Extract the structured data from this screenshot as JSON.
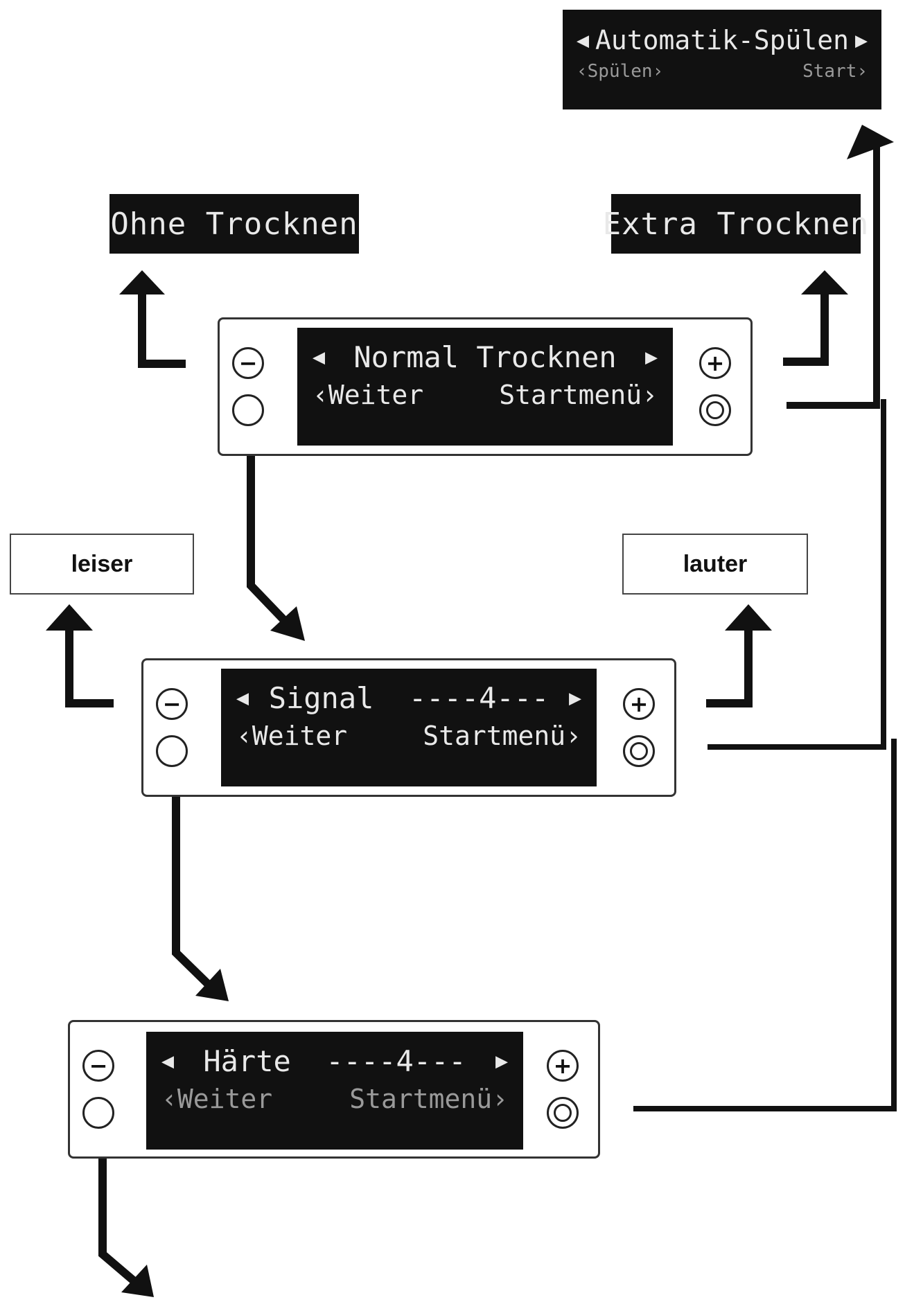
{
  "top_right_display": {
    "title": "Automatik-Spülen",
    "left": "‹Spülen›",
    "right": "Start›"
  },
  "labels": {
    "ohne_trocknen": "Ohne Trocknen",
    "extra_trocknen": "Extra Trocknen",
    "leiser": "leiser",
    "lauter": "lauter"
  },
  "panels": [
    {
      "title": "Normal Trocknen",
      "left": "‹Weiter",
      "right": "Startmenü›"
    },
    {
      "title": "Signal  ----4---",
      "left": "‹Weiter",
      "right": "Startmenü›"
    },
    {
      "title": "Härte  ----4---",
      "left": "‹Weiter",
      "right": "Startmenü›"
    }
  ],
  "glyphs": {
    "arrow_left": "◀",
    "arrow_right": "▶",
    "minus": "−",
    "plus": "+"
  },
  "colors": {
    "lcd_background": "#111111",
    "lcd_text": "#e9e9e9",
    "frame": "#333333"
  }
}
